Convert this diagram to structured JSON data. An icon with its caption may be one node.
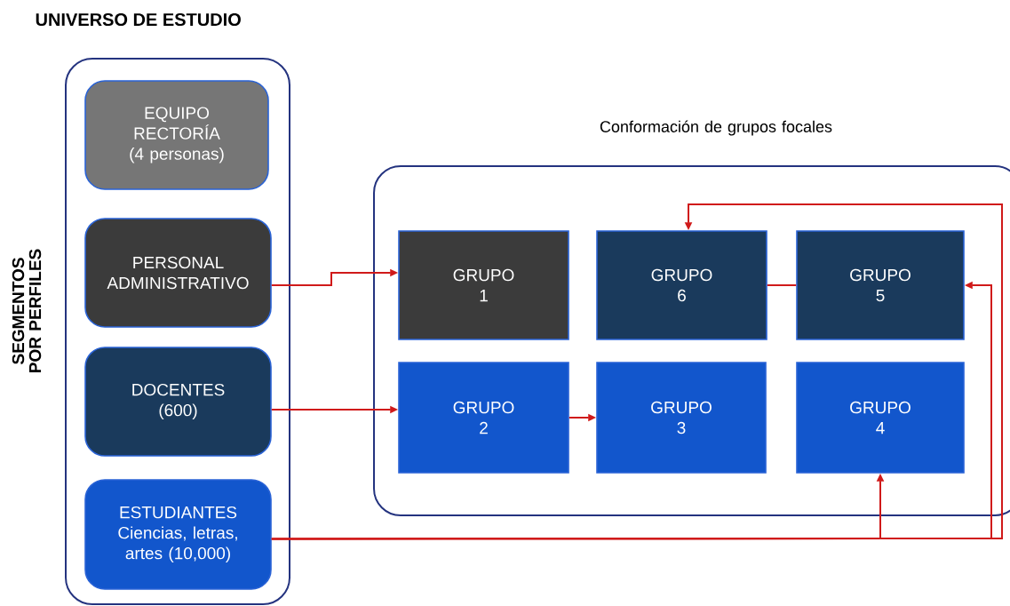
{
  "diagram": {
    "title": "UNIVERSO DE ESTUDIO",
    "nodes": [
      {
        "text": [
          "SEGMENTOS POR PERFILES"
        ]
      },
      {
        "text": [
          "EQUIPO RECTORÍA (4 personas)"
        ],
        "in": 0
      },
      {
        "text": [
          "PERSONAL ADMINISTRATIVO"
        ],
        "in": 0
      },
      {
        "text": [
          "DOCENTES (600)"
        ],
        "in": 0
      },
      {
        "text": [
          "ESTUDIANTES Ciencias, letras, artes (10,000)"
        ],
        "in": 0
      },
      {
        "text": [
          "Conformación de grupos focales"
        ]
      },
      {
        "text": [
          "GRUPO 1"
        ],
        "in": 5
      },
      {
        "text": [
          "GRUPO 6"
        ],
        "in": 5
      },
      {
        "text": [
          "GRUPO 5"
        ],
        "in": 5
      },
      {
        "text": [
          "GRUPO 2"
        ],
        "in": 5
      },
      {
        "text": [
          "GRUPO 3"
        ],
        "in": 5
      },
      {
        "text": [
          "GRUPO 4"
        ],
        "in": 5
      }
    ],
    "edges": [
      {
        "from": 2,
        "to": 6,
        "arrow": "to"
      },
      {
        "from": 3,
        "to": 9,
        "arrow": "to"
      },
      {
        "from": 9,
        "to": 10,
        "arrow": "to"
      },
      {
        "from": 7,
        "to": 8,
        "arrow": "none"
      },
      {
        "from": 4,
        "to": 11,
        "arrow": "to"
      },
      {
        "from": 4,
        "to": 8,
        "arrow": "to"
      },
      {
        "from": 4,
        "to": 7,
        "arrow": "to"
      }
    ]
  }
}
